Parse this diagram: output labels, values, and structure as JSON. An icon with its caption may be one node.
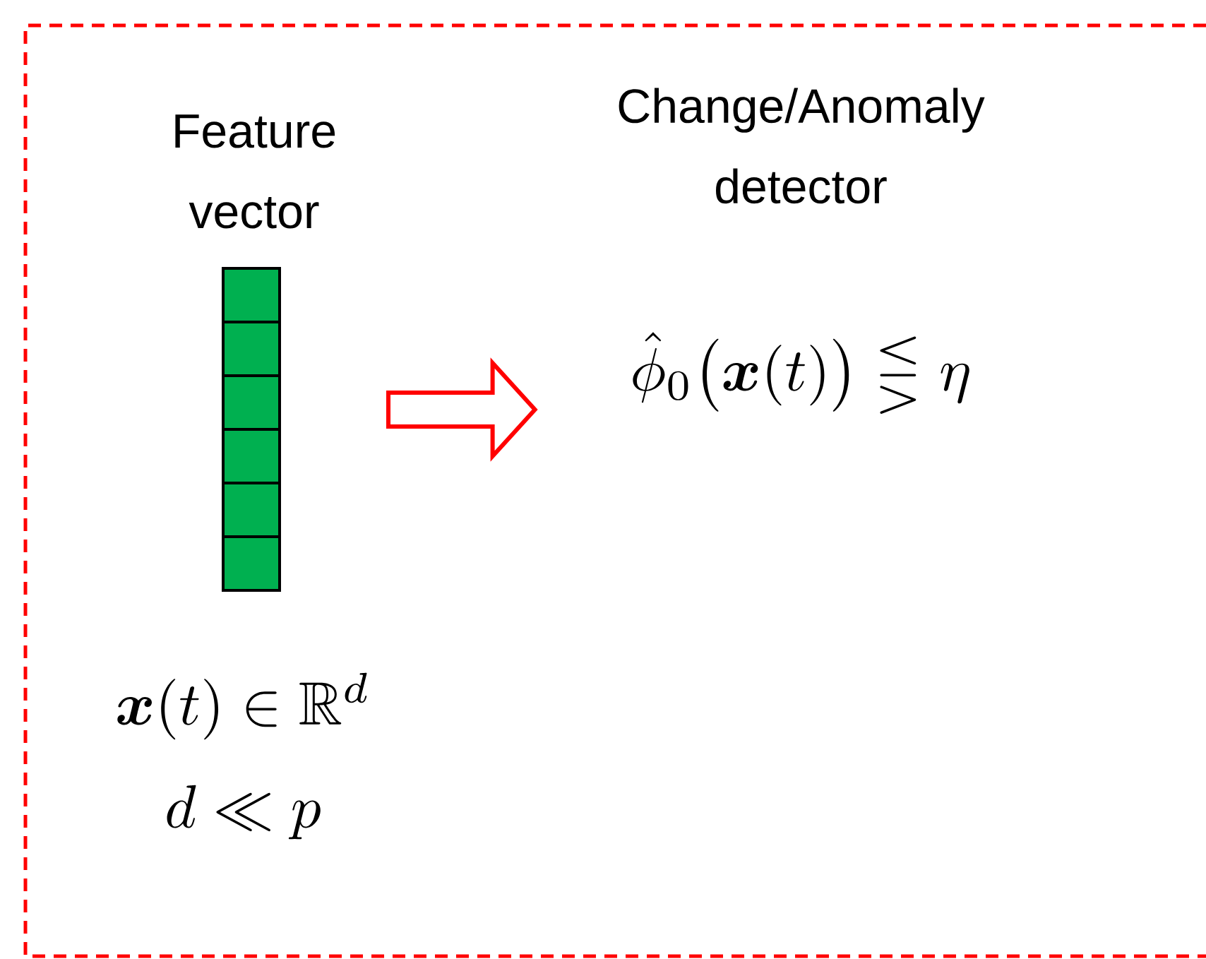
{
  "diagram": {
    "nodes": [
      {
        "text": [
          "Feature vector"
        ]
      },
      {
        "text": [
          "Change/Anomaly detector",
          "\\hat{\\phi}_{0}\\big(\\boldsymbol{x}(t)\\big) \\lesseqgtr \\eta"
        ]
      }
    ],
    "edges": [
      {
        "from": 0,
        "to": 1,
        "arrow": "to",
        "color": "#ff0000"
      }
    ],
    "labels": [
      "\\boldsymbol{x}(t) \\in \\mathbb{R}^{d}",
      "d \\ll p"
    ]
  }
}
